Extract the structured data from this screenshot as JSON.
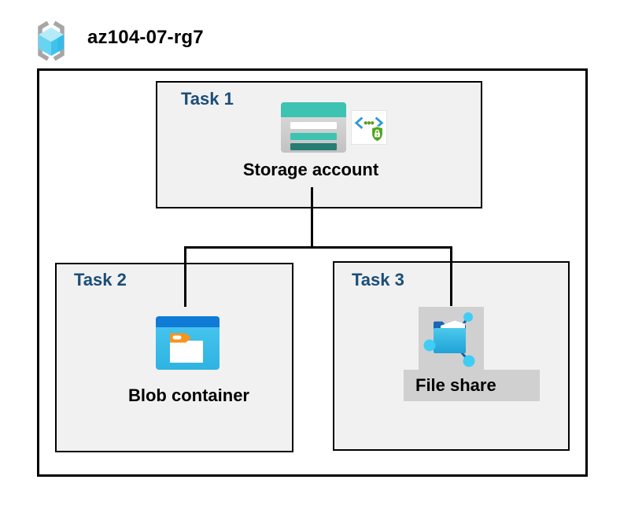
{
  "resource_group": {
    "name": "az104-07-rg7"
  },
  "tasks": [
    {
      "label": "Task 1",
      "item": "Storage account"
    },
    {
      "label": "Task 2",
      "item": "Blob container"
    },
    {
      "label": "Task 3",
      "item": "File share"
    }
  ],
  "icons": {
    "resource_group": "resource-group-brackets-cube-icon",
    "task1_main": "storage-account-icon",
    "task1_badge": "secured-api-shield-lock-icon",
    "task2_main": "blob-container-icon",
    "task3_main": "file-share-icon"
  },
  "colors": {
    "task_label_navy": "#1b4d77",
    "box_fill_gray": "#f1f1f1",
    "icon_bg_gray": "#d0d0d0",
    "connector_black": "#000000",
    "storage_teal": "#3cc3b2",
    "storage_teal_dark": "#257d73",
    "blob_top_blue": "#0f7bd7",
    "blob_body_cyan": "#3bbfec",
    "fileshare_folder_blue": "#2ab1e0",
    "fileshare_flap_blue": "#1a66b0",
    "fileshare_node_cyan": "#3fcdf5",
    "api_bracket_blue": "#2f9ad6",
    "api_green": "#53a31e",
    "rg_bracket_gray": "#a6a6a6",
    "rg_cube_cyan": "#3fc3ec"
  }
}
